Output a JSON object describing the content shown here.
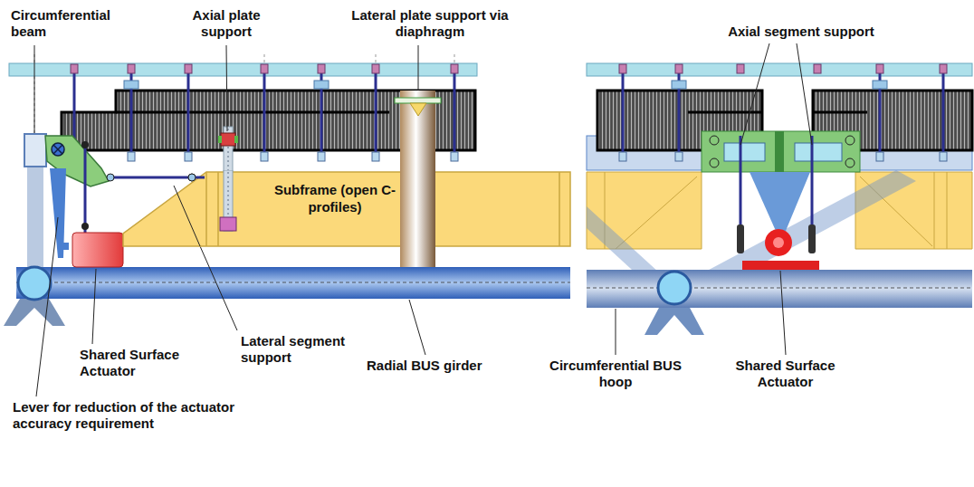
{
  "diagram": {
    "nodes": [
      {
        "text": [
          "Subframe (open C-profiles)"
        ]
      }
    ],
    "labels": [
      "Circumferential beam",
      "Axial plate support",
      "Lateral plate support via diaphragm",
      "Lateral segment support",
      "Shared Surface Actuator",
      "Radial BUS girder",
      "Lever for reduction of the actuator accuracy requirement",
      "Axial segment support",
      "Circumferential BUS hoop",
      "Shared Surface Actuator"
    ]
  }
}
